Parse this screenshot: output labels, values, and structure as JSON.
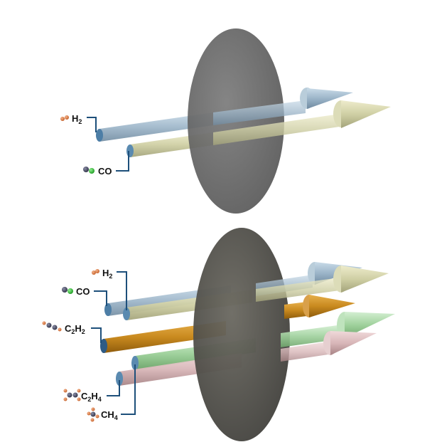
{
  "panels": [
    {
      "id": "top",
      "molecules": [
        {
          "formula": "H",
          "subscript": "2",
          "color": "#9bb4c8",
          "icon": "h2-molecule-icon"
        },
        {
          "formula": "CO",
          "subscript": "",
          "color": "#cfcfa4",
          "icon": "co-molecule-icon"
        }
      ],
      "membrane_color": "#5f5f5f"
    },
    {
      "id": "bottom",
      "molecules": [
        {
          "formula": "H",
          "subscript": "2",
          "color": "#9bb4c8",
          "icon": "h2-molecule-icon"
        },
        {
          "formula": "CO",
          "subscript": "",
          "color": "#cfcfa4",
          "icon": "co-molecule-icon"
        },
        {
          "formula": "C",
          "subscript": "2",
          "formula_tail": "H",
          "subscript_tail": "2",
          "color": "#c98a1f",
          "icon": "c2h2-molecule-icon"
        },
        {
          "formula": "C",
          "subscript": "2",
          "formula_tail": "H",
          "subscript_tail": "4",
          "color": "#9fd19c",
          "icon": "c2h4-molecule-icon"
        },
        {
          "formula": "CH",
          "subscript": "4",
          "color": "#d8b6b8",
          "icon": "ch4-molecule-icon"
        }
      ],
      "membrane_color": "#4b4a45"
    }
  ],
  "labels": {
    "h2": "H",
    "h2_sub": "2",
    "co": "CO",
    "c2h2_a": "C",
    "c2h2_b": "2",
    "c2h2_c": "H",
    "c2h2_d": "2",
    "c2h4_a": "C",
    "c2h4_b": "2",
    "c2h4_c": "H",
    "c2h4_d": "4",
    "ch4_a": "CH",
    "ch4_b": "4",
    "h2_b": "H",
    "h2_b_sub": "2",
    "co_b": "CO"
  },
  "colors": {
    "leader_line": "#1d4f7a",
    "atom_h": "#d97b3c",
    "atom_c": "#4a4d63",
    "atom_o": "#36c43a"
  }
}
